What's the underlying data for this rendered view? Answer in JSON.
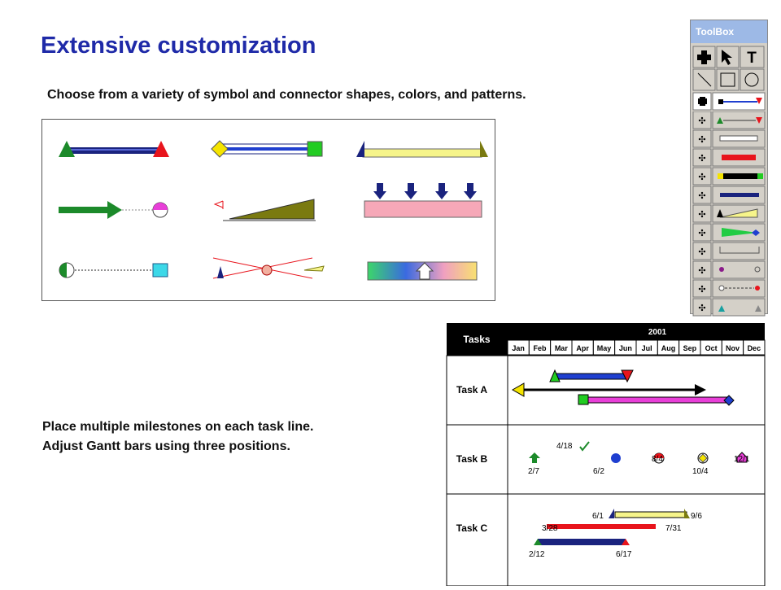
{
  "title": "Extensive customization",
  "subtitle": "Choose from a variety of symbol and connector shapes, colors, and patterns.",
  "notes": [
    "Place multiple milestones on each task line.",
    "Adjust Gantt bars using three positions."
  ],
  "toolbox": {
    "title": "ToolBox",
    "tools": [
      "plus-icon",
      "pointer-icon",
      "text-icon",
      "line-icon",
      "rectangle-icon",
      "ellipse-icon"
    ]
  },
  "colors": {
    "title": "#1f2aa8",
    "navy": "#1a237e",
    "blue": "#1f3fd0",
    "red": "#e8141c",
    "green": "#1c8a2a",
    "yellow": "#f6f48a",
    "magenta": "#e83fd8",
    "olive": "#7a7a10"
  },
  "gantt": {
    "tasks_header": "Tasks",
    "year": "2001",
    "months": [
      "Jan",
      "Feb",
      "Mar",
      "Apr",
      "May",
      "Jun",
      "Jul",
      "Aug",
      "Sep",
      "Oct",
      "Nov",
      "Dec"
    ],
    "rows": [
      "Task A",
      "Task B",
      "Task C"
    ],
    "task_b_labels": [
      "4/18",
      "2/7",
      "6/2",
      "8/4",
      "10/4",
      "12/1"
    ],
    "task_c_labels": [
      "6/1",
      "9/6",
      "3/28",
      "7/31",
      "2/12",
      "6/17"
    ]
  }
}
